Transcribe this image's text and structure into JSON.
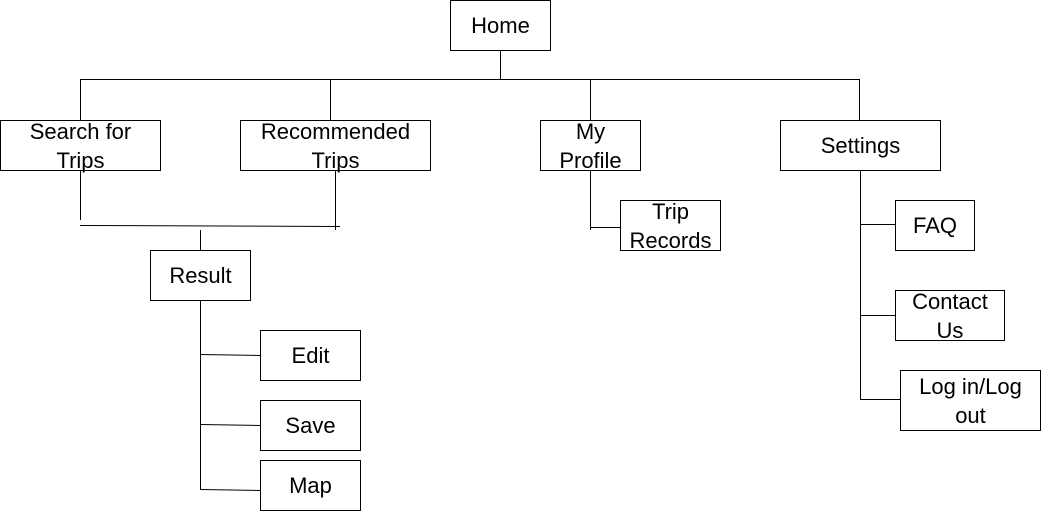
{
  "nodes": {
    "home": {
      "label": "Home"
    },
    "search_for_trips": {
      "label": "Search for\nTrips"
    },
    "recommended_trips": {
      "label": "Recommended\nTrips"
    },
    "my_profile": {
      "label": "My\nProfile"
    },
    "settings": {
      "label": "Settings"
    },
    "trip_records": {
      "label": "Trip\nRecords"
    },
    "faq": {
      "label": "FAQ"
    },
    "contact_us": {
      "label": "Contact\nUs"
    },
    "log_in_out": {
      "label": "Log in/Log\nout"
    },
    "result": {
      "label": "Result"
    },
    "edit": {
      "label": "Edit"
    },
    "save": {
      "label": "Save"
    },
    "map": {
      "label": "Map"
    }
  },
  "colors": {
    "line": "#000000",
    "box_border": "#000000",
    "background": "#ffffff"
  }
}
